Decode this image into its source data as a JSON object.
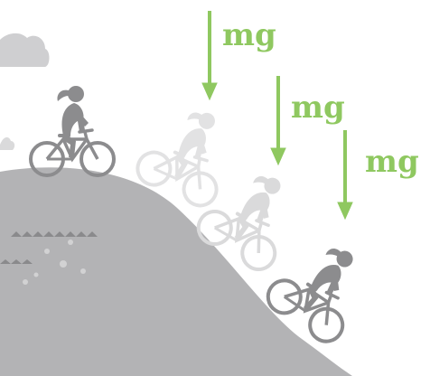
{
  "colors": {
    "hill": "#b3b3b5",
    "hill_edge": "#a6a6a8",
    "cloud": "#cfcfd1",
    "rider_dark": "#8c8c8e",
    "rider_mid": "#bdbdbf",
    "rider_faint": "#dcdcdd",
    "arrow": "#8fc860",
    "label": "#8fc860",
    "grass": "#8a8a8c",
    "stones": "#d2d2d3"
  },
  "forces": [
    {
      "label": "mg"
    },
    {
      "label": "mg"
    },
    {
      "label": "mg"
    }
  ]
}
